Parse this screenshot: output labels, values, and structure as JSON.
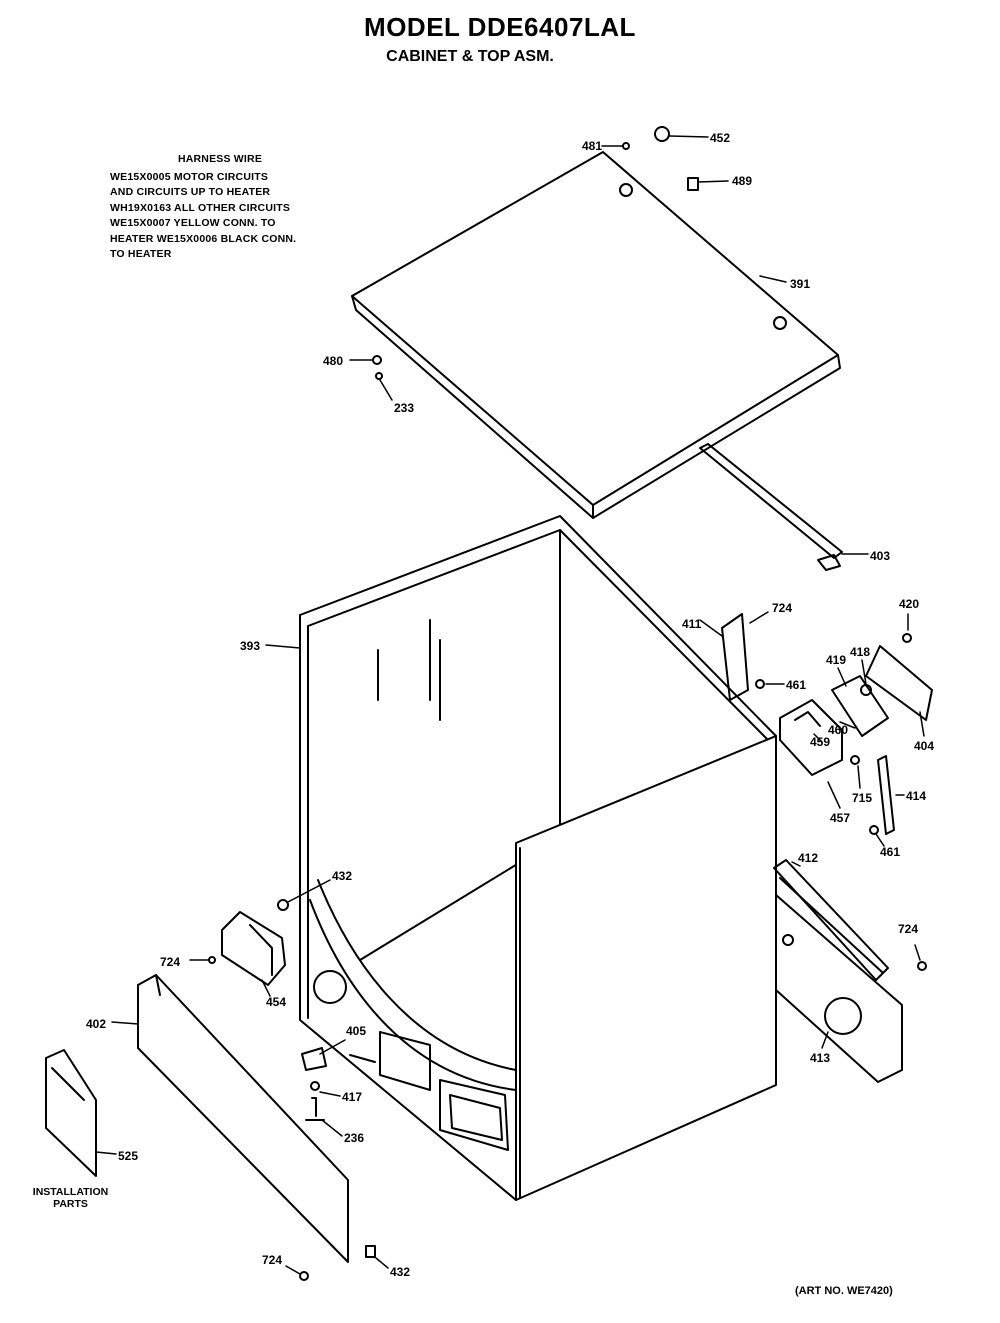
{
  "title": "MODEL DDE6407LAL",
  "subtitle": "CABINET & TOP ASM.",
  "harness_note": {
    "heading": "HARNESS WIRE",
    "lines": [
      "WE15X0005 MOTOR CIRCUITS",
      "AND CIRCUITS UP TO HEATER",
      "WH19X0163 ALL OTHER CIRCUITS",
      "WE15X0007 YELLOW CONN. TO",
      "HEATER WE15X0006 BLACK CONN.",
      "TO HEATER"
    ]
  },
  "installation_label": "INSTALLATION PARTS",
  "art_number": "(ART NO. WE7420)",
  "part_labels": [
    "481",
    "452",
    "489",
    "391",
    "480",
    "233",
    "403",
    "393",
    "411",
    "724",
    "420",
    "461",
    "419",
    "418",
    "460",
    "459",
    "404",
    "715",
    "414",
    "457",
    "461",
    "412",
    "724",
    "432",
    "724",
    "454",
    "402",
    "405",
    "417",
    "413",
    "236",
    "525",
    "724",
    "432"
  ]
}
